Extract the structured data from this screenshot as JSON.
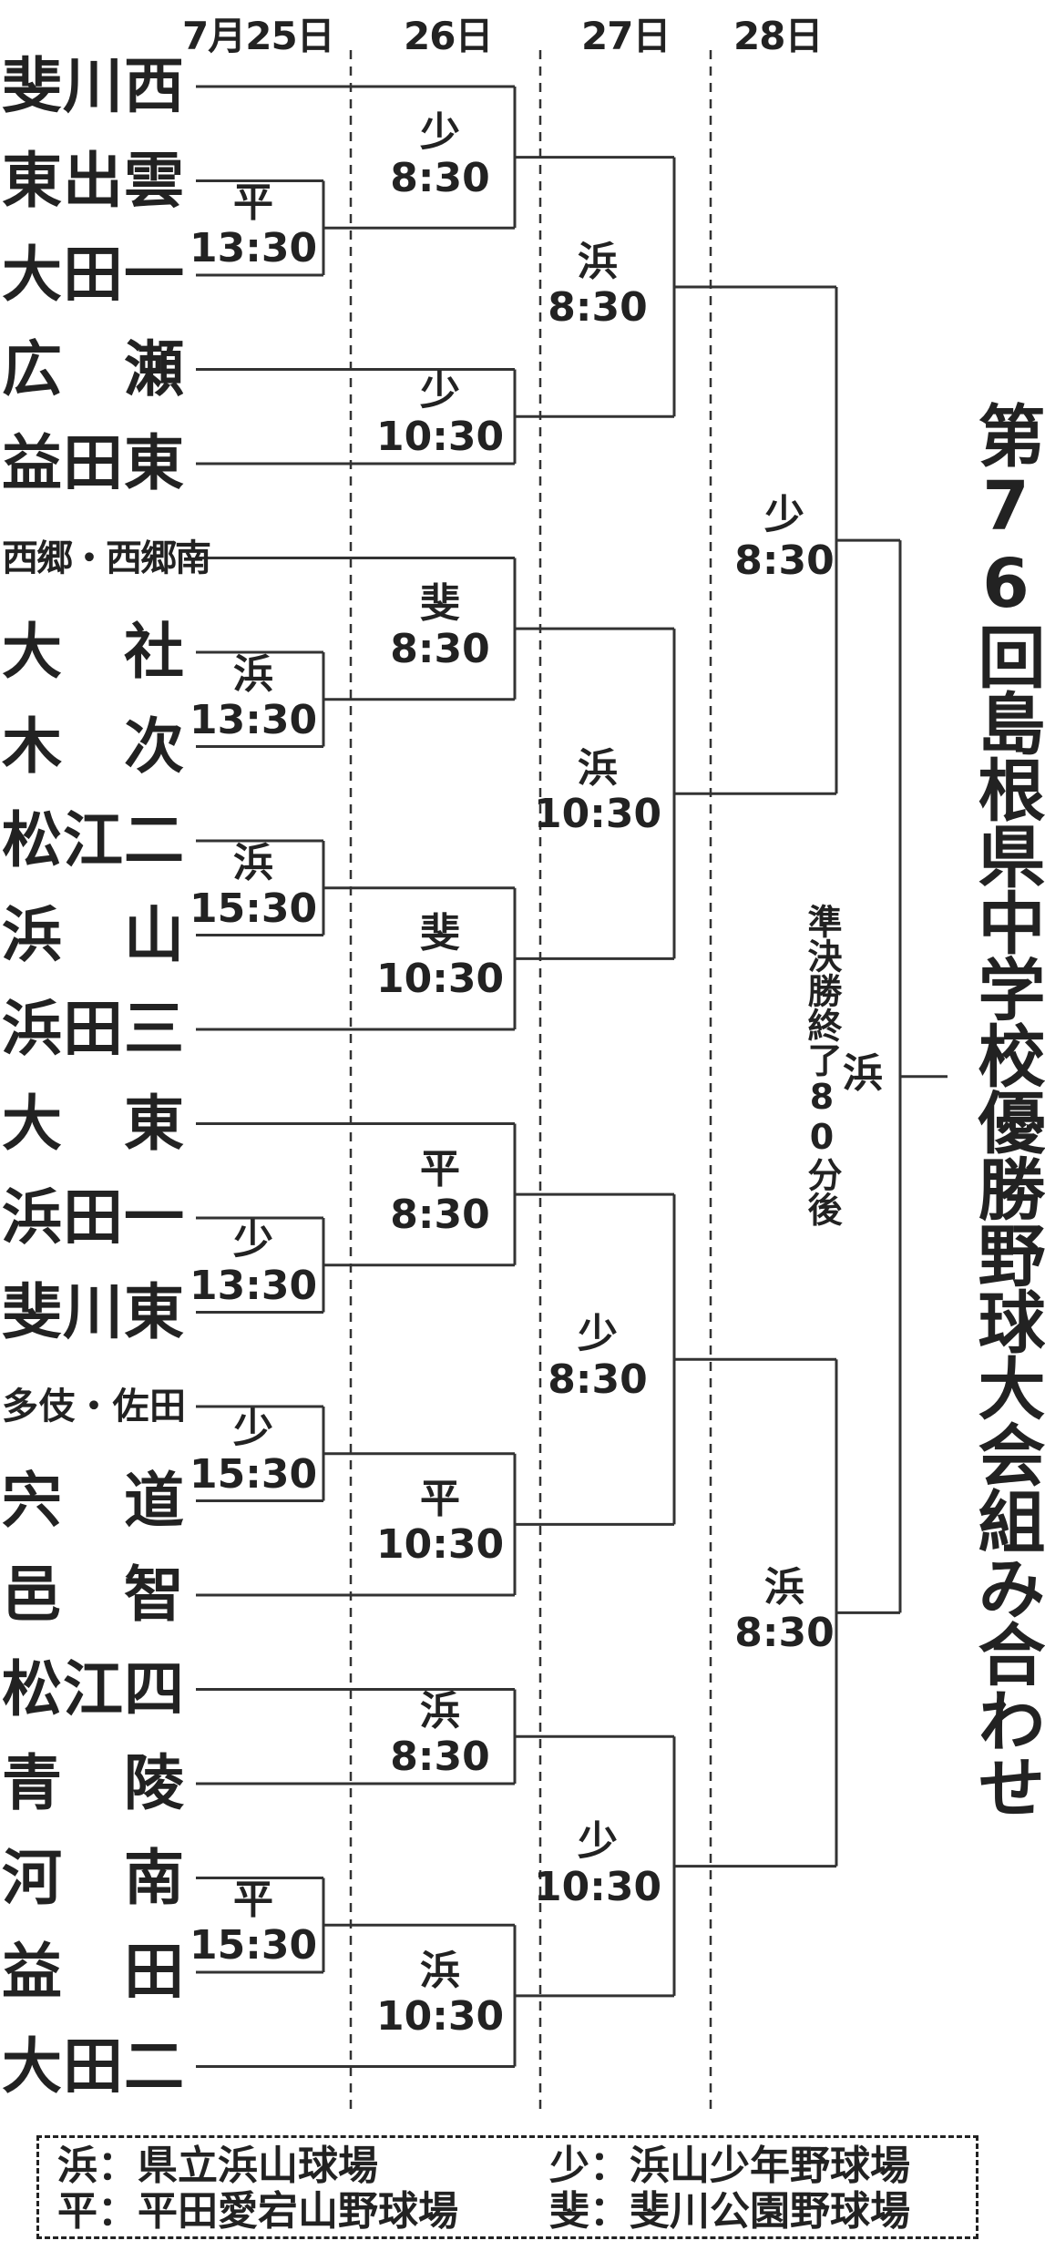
{
  "title": "第76回島根県中学校優勝野球大会組み合わせ",
  "dates": [
    "7月25日",
    "26日",
    "27日",
    "28日"
  ],
  "teams": [
    "斐川西",
    "東出雲",
    "大田一",
    "広　瀬",
    "益田東",
    "西郷・西郷南",
    "大　社",
    "木　次",
    "松江二",
    "浜　山",
    "浜田三",
    "大　東",
    "浜田一",
    "斐川東",
    "多伎・佐田",
    "宍　道",
    "邑　智",
    "松江四",
    "青　陵",
    "河　南",
    "益　田",
    "大田二"
  ],
  "round1": [
    {
      "venue": "平",
      "time": "13:30"
    },
    {
      "venue": "浜",
      "time": "13:30"
    },
    {
      "venue": "浜",
      "time": "15:30"
    },
    {
      "venue": "少",
      "time": "13:30"
    },
    {
      "venue": "少",
      "time": "15:30"
    },
    {
      "venue": "平",
      "time": "15:30"
    }
  ],
  "round2": [
    {
      "venue": "少",
      "time": "8:30"
    },
    {
      "venue": "少",
      "time": "10:30"
    },
    {
      "venue": "斐",
      "time": "8:30"
    },
    {
      "venue": "斐",
      "time": "10:30"
    },
    {
      "venue": "平",
      "time": "8:30"
    },
    {
      "venue": "平",
      "time": "10:30"
    },
    {
      "venue": "浜",
      "time": "8:30"
    },
    {
      "venue": "浜",
      "time": "10:30"
    }
  ],
  "quarterfinals": [
    {
      "venue": "浜",
      "time": "8:30"
    },
    {
      "venue": "浜",
      "time": "10:30"
    },
    {
      "venue": "少",
      "time": "8:30"
    },
    {
      "venue": "少",
      "time": "10:30"
    }
  ],
  "semifinals": [
    {
      "venue": "少",
      "time": "8:30"
    },
    {
      "venue": "浜",
      "time": "8:30"
    }
  ],
  "final": {
    "venue": "浜",
    "note": "準決勝終了80分後"
  },
  "legend": [
    {
      "code": "浜",
      "name": "県立浜山球場"
    },
    {
      "code": "少",
      "name": "浜山少年野球場"
    },
    {
      "code": "平",
      "name": "平田愛宕山野球場"
    },
    {
      "code": "斐",
      "name": "斐川公園野球場"
    }
  ]
}
